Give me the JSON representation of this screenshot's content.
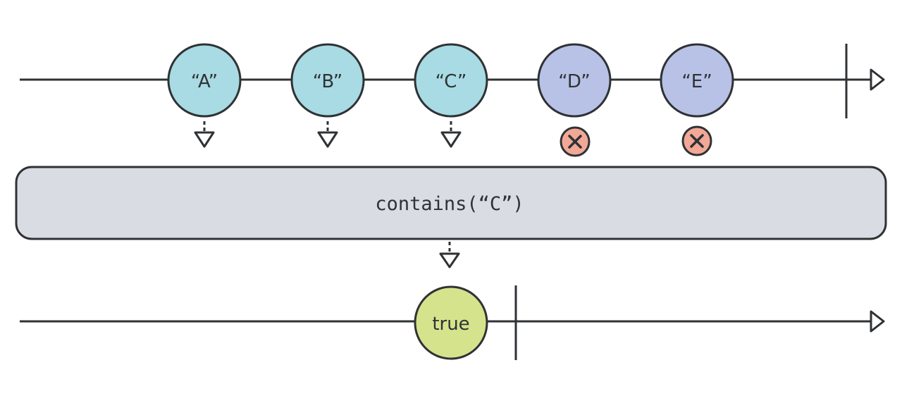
{
  "input_stream": {
    "marbles": [
      {
        "label": "“A”",
        "state": "emitted",
        "color": "#a8dbe3"
      },
      {
        "label": "“B”",
        "state": "emitted",
        "color": "#a8dbe3"
      },
      {
        "label": "“C”",
        "state": "emitted",
        "color": "#a8dbe3"
      },
      {
        "label": "“D”",
        "state": "not-emitted",
        "color": "#b8c2e6"
      },
      {
        "label": "“E”",
        "state": "not-emitted",
        "color": "#b8c2e6"
      }
    ],
    "completion": true
  },
  "operator": {
    "label": "contains(“C”)",
    "fill": "#d9dce2"
  },
  "output_stream": {
    "marbles": [
      {
        "label": "true",
        "color": "#d5e38c"
      }
    ],
    "completion": true
  },
  "colors": {
    "line": "#2f3235",
    "cancel_fill": "#f2a896"
  },
  "icons": {
    "emit": "down-arrow-icon",
    "cancel": "x-circle-icon"
  }
}
